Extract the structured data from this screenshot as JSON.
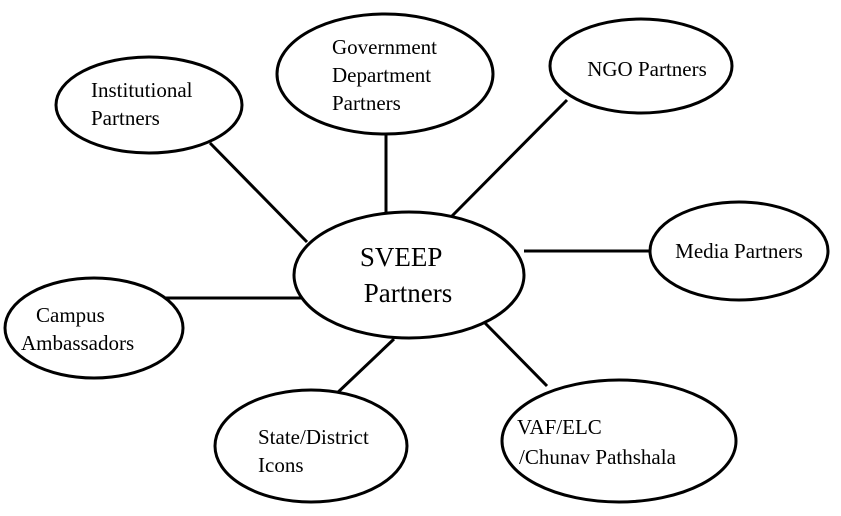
{
  "diagram": {
    "center": {
      "lines": [
        "SVEEP",
        "Partners"
      ]
    },
    "nodes": [
      {
        "id": "institutional",
        "lines": [
          "Institutional",
          "Partners"
        ]
      },
      {
        "id": "government",
        "lines": [
          "Government",
          "Department",
          "Partners"
        ]
      },
      {
        "id": "ngo",
        "lines": [
          "NGO Partners"
        ]
      },
      {
        "id": "media",
        "lines": [
          "Media Partners"
        ]
      },
      {
        "id": "campus",
        "lines": [
          "Campus",
          "Ambassadors"
        ]
      },
      {
        "id": "state-district",
        "lines": [
          "State/District",
          "Icons"
        ]
      },
      {
        "id": "vaf",
        "lines": [
          "VAF/ELC",
          "/Chunav Pathshala"
        ]
      }
    ]
  }
}
